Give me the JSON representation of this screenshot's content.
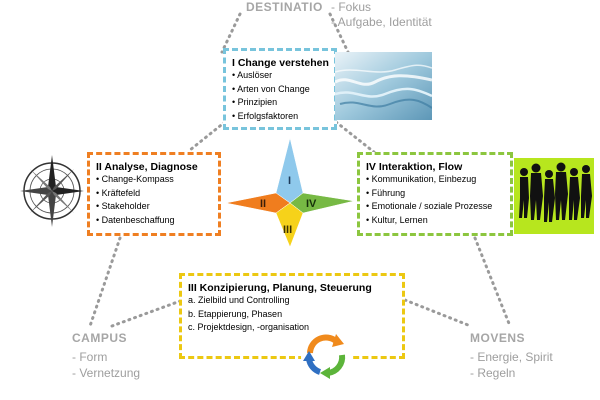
{
  "top": {
    "title": "DESTINATIO",
    "items": [
      "- Fokus",
      "- Aufgabe, Identität"
    ]
  },
  "left": {
    "title": "CAMPUS",
    "items": [
      "- Form",
      "- Vernetzung"
    ]
  },
  "right": {
    "title": "MOVENS",
    "items": [
      "- Energie, Spirit",
      "- Regeln"
    ]
  },
  "box1": {
    "title": "I Change verstehen",
    "items": [
      "Auslöser",
      "Arten von Change",
      "Prinzipien",
      "Erfolgsfaktoren"
    ],
    "border_color": "#78c4dc"
  },
  "box2": {
    "title": "II Analyse, Diagnose",
    "items": [
      "Change-Kompass",
      "Kräftefeld",
      "Stakeholder",
      "Datenbeschaffung"
    ],
    "border_color": "#ef7f22"
  },
  "box3": {
    "title": "III Konzipierung, Planung, Steuerung",
    "items": [
      "a. Zielbild und Controlling",
      "b. Etappierung, Phasen",
      "c. Projektdesign, -organisation"
    ],
    "border_color": "#ecc812"
  },
  "box4": {
    "title": "IV Interaktion, Flow",
    "items": [
      "Kommunikation, Einbezug",
      "Führung",
      "Emotionale / soziale Prozesse",
      "Kultur, Lernen"
    ],
    "border_color": "#8cc63f"
  },
  "star": {
    "labels": [
      "I",
      "II",
      "III",
      "IV"
    ],
    "colors": [
      "#8fc9ec",
      "#f07d1e",
      "#f6d21a",
      "#77b944"
    ]
  },
  "icons": [
    "water-wave-image",
    "compass-rose-icon",
    "walking-people-silhouette",
    "cycle-arrows-icon"
  ]
}
